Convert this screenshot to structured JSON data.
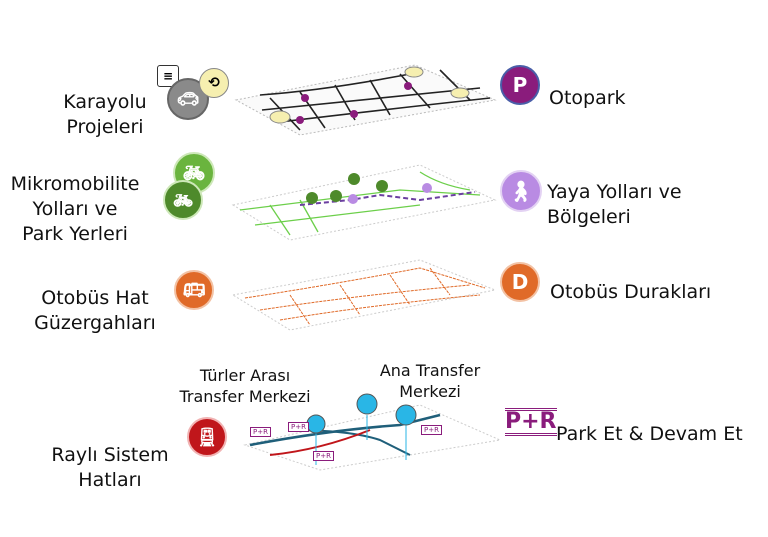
{
  "layers": [
    {
      "left_label_1": "Karayolu",
      "left_label_2": "Projeleri",
      "right_label": "Otopark",
      "right_icon": "parking-icon",
      "right_icon_text": "P"
    },
    {
      "left_label_1": "Mikromobilite",
      "left_label_2": "Yolları ve",
      "left_label_3": "Park Yerleri",
      "right_label_1": "Yaya Yolları ve",
      "right_label_2": "Bölgeleri",
      "right_icon": "pedestrian-icon"
    },
    {
      "left_label_1": "Otobüs Hat",
      "left_label_2": "Güzergahları",
      "right_label": "Otobüs Durakları",
      "right_icon": "bus-stop-icon",
      "right_icon_text": "D"
    },
    {
      "left_label_1": "Raylı Sistem",
      "left_label_2": "Hatları",
      "right_label": "Park Et & Devam Et",
      "right_icon_text": "P+R",
      "callout_1_a": "Türler Arası",
      "callout_1_b": "Transfer Merkezi",
      "callout_2_a": "Ana Transfer",
      "callout_2_b": "Merkezi",
      "map_badge": "P+R"
    }
  ],
  "colors": {
    "parking": "#8a1c7c",
    "bike": "#6ab43e",
    "bike_dark": "#4e8a2b",
    "pedestrian": "#b98be3",
    "bus": "#e06a28",
    "rail": "#c0161b",
    "transfer": "#29b6e6"
  }
}
